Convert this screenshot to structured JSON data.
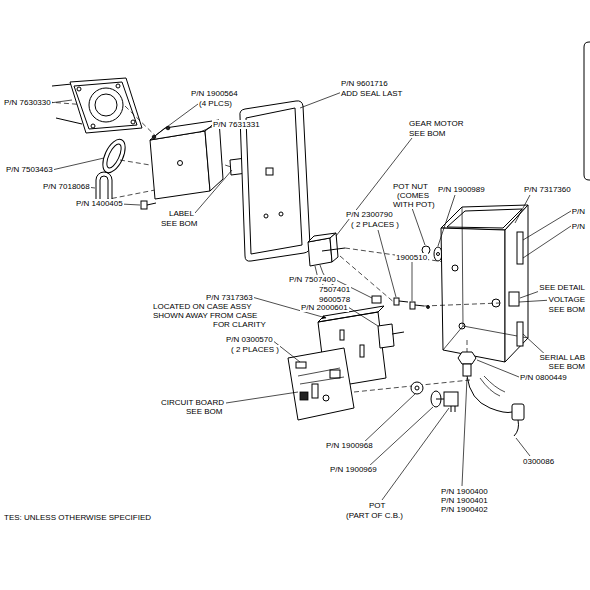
{
  "diagram": {
    "labels": [
      "P/N 7630330",
      "P/N 1900564",
      "(4 PLCS)",
      "P/N 7631331",
      "P/N 9601716",
      "ADD SEAL LAST",
      "P/N 7503463",
      "P/N 7018068",
      "P/N 1400405",
      "LABEL",
      "SEE BOM",
      "GEAR MOTOR",
      "SEE BOM",
      "POT NUT",
      "(COMES",
      "WITH POT)",
      "P/N 1900989",
      "P/N 7317360",
      "P/N 2300790",
      "( 2 PLACES )",
      "P/N",
      "P/N",
      "1900510",
      "P/N 7507400",
      "7507401",
      "9600578",
      "SEE DETAIL",
      "VOLTAGE",
      "SEE BOM",
      "P/N 7317363",
      "LOCATED ON CASE ASSY",
      "SHOWN AWAY FROM CASE",
      "FOR CLARITY",
      "P/N 2000601",
      "P/N 0300570",
      "( 2 PLACES )",
      "SERIAL LAB",
      "SEE BOM",
      "P/N 0800449",
      "CIRCUIT BOARD",
      "SEE BOM",
      "P/N 1900968",
      "P/N 1900969",
      "0300086",
      "P/N 1900400",
      "P/N 1900401",
      "P/N 1900402",
      "POT",
      "(PART OF C.B.)",
      "TES: UNLESS OTHERWISE SPECIFIED"
    ]
  }
}
